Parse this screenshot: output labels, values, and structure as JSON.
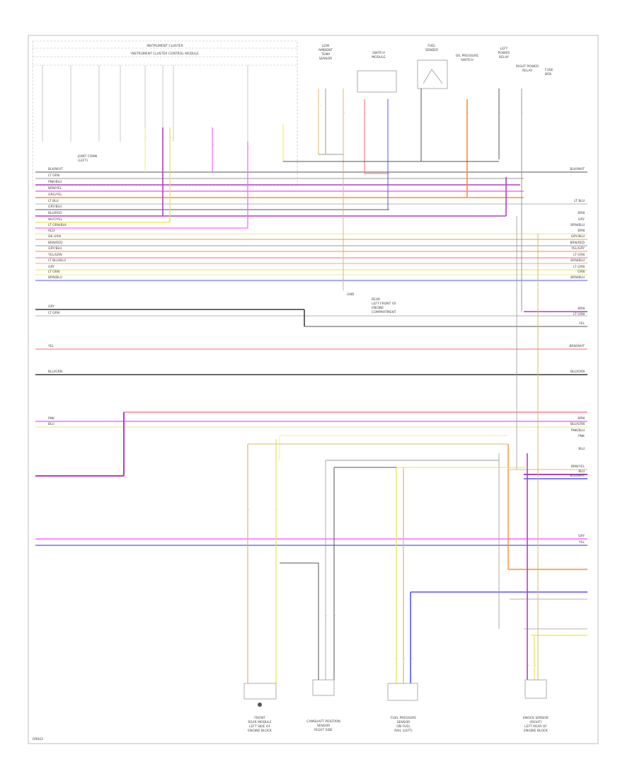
{
  "title": {
    "cluster": "INSTRUMENT CLUSTER",
    "control_module": "INSTRUMENT CLUSTER CONTROL MODULE"
  },
  "components": {
    "ambient_sensor": [
      "LOW",
      "AMBIENT",
      "TEMP",
      "SENSOR"
    ],
    "switch_module": [
      "SWITCH",
      "MODULE"
    ],
    "fuel_sender": [
      "FUEL",
      "SENDER"
    ],
    "pressure_switch": [
      "OIL PRESSURE",
      "SWITCH"
    ],
    "relay_1": [
      "LEFT",
      "POWER",
      "RELAY"
    ],
    "relay_2": [
      "RIGHT POWER",
      "RELAY"
    ],
    "note": [
      "FUSE",
      "BOX"
    ],
    "ground_note": "GND",
    "left_junction": [
      "JOINT CONN",
      "(LEFT)"
    ],
    "mid_note": [
      "REAR",
      "LEFT FRONT OF",
      "ENGINE",
      "COMPARTMENT"
    ],
    "bottom_1": [
      "FRONT",
      "REAR MODULE",
      "LEFT SIDE OF",
      "ENGINE BLOCK"
    ],
    "bottom_2": [
      "CAMSHAFT POSITION",
      "SENSOR",
      "RIGHT SIDE"
    ],
    "bottom_3": [
      "FUEL PRESSURE",
      "SENSOR",
      "ON FUEL",
      "RAIL (LEFT)"
    ],
    "bottom_4": [
      "KNOCK SENSOR",
      "(RIGHT)",
      "LEFT REAR OF",
      "ENGINE BLOCK"
    ]
  },
  "left_labels": [
    "BLK/WHT",
    "LT GRN",
    "PNK/BLU",
    "BRN/YEL",
    "ORG/YEL",
    "LT BLU",
    "GRY/BLU",
    "BLU/RED",
    "WHT/YEL",
    "LT GRN/BLK",
    "RED",
    "DK GRN",
    "BRN/RED",
    "GRY/BLU",
    "YEL/GRN",
    "LT BLU/BLU",
    "GRY",
    "LT GRN",
    "BRN/BLU",
    "GRY",
    "LT GRN",
    "YEL",
    "BLU/GRN",
    "PNK",
    "BLU"
  ],
  "right_labels": [
    "BLK/WHT",
    "LT BLU",
    "BRN",
    "GRY",
    "BRN/BLU",
    "BRN",
    "GRY/BLU",
    "BRN/RED",
    "YEL/GRY",
    "LT GRN",
    "BRN/BLU",
    "LT GRN",
    "GRN",
    "BRN/BLU",
    "BRN",
    "LT GRN",
    "YEL",
    "BRN/WHT",
    "BLU/GRN",
    "BRN",
    "BLU/GRN",
    "PNK/BLU",
    "PNK",
    "BLU",
    "BRN/YEL",
    "BLU",
    "BLU/WHT",
    "GRY",
    "YEL"
  ],
  "diagram_id": "D9003",
  "colors": {
    "pink": "#ff66ff",
    "purple": "#b040c0",
    "orange": "#ff8c33",
    "yellow": "#e6e64d",
    "blue": "#5555ff",
    "red": "#ff6677",
    "gray": "#9a9a9a",
    "dark": "#555555",
    "tan": "#d9b870",
    "lightyellow": "#eeee99"
  }
}
